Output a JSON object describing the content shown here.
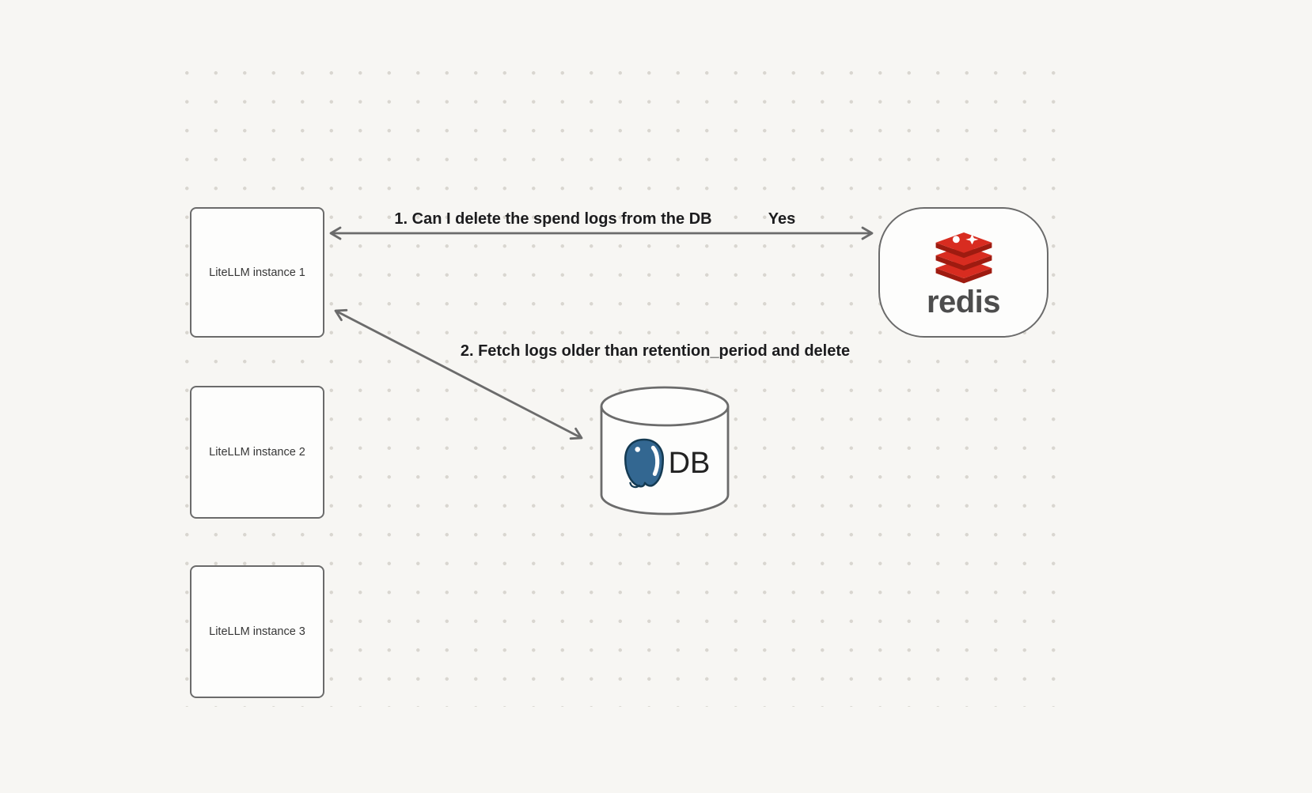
{
  "diagram": {
    "nodes": {
      "instance1": {
        "label": "LiteLLM instance 1"
      },
      "instance2": {
        "label": "LiteLLM instance 2"
      },
      "instance3": {
        "label": "LiteLLM instance 3"
      },
      "redis": {
        "word": "redis"
      },
      "db": {
        "label": "DB"
      }
    },
    "edges": {
      "redis_query": {
        "label": "1.  Can I delete the spend logs from the DB",
        "answer": "Yes"
      },
      "db_fetch": {
        "label": "2.  Fetch logs older than retention_period and delete"
      }
    },
    "icons": {
      "redis_logo": "redis-stacked-discs-logo",
      "postgres_logo": "postgresql-elephant-logo"
    },
    "colors": {
      "background": "#f7f6f3",
      "dot_grid": "#d9d6d0",
      "stroke": "#6b6b6b",
      "node_fill": "#fdfdfc",
      "label_text": "#1c1c1e",
      "node_text": "#373737",
      "redis_red": "#d82c20",
      "redis_dark_red": "#9e1b10",
      "redis_word_gray": "#4d4d4d",
      "postgres_blue": "#336791"
    }
  }
}
